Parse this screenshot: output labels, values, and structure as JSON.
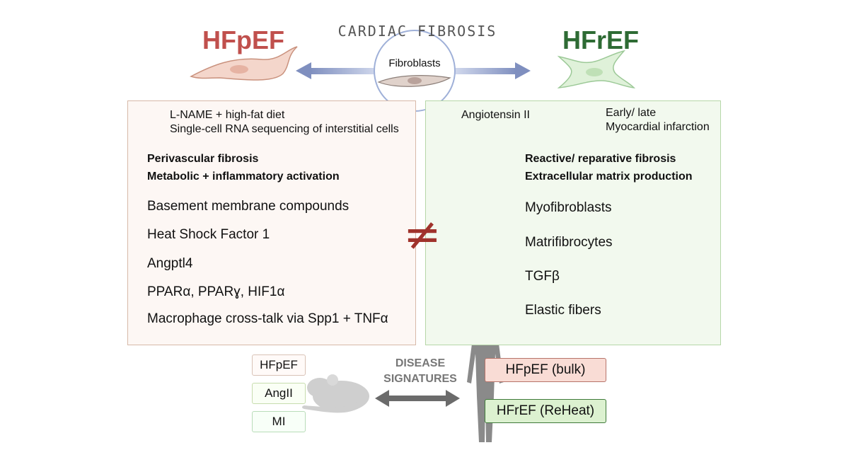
{
  "header": {
    "title": "CARDIAC FIBROSIS",
    "left_label": "HFpEF",
    "right_label": "HFrEF",
    "center_label": "Fibroblasts",
    "left_color": "#c0504d",
    "right_color": "#2e6b34"
  },
  "left_panel": {
    "model_line1": "L-NAME + high-fat diet",
    "model_line2": "Single-cell RNA sequencing of interstitial cells",
    "heading1": "Perivascular fibrosis",
    "heading2": "Metabolic + inflammatory activation",
    "items": [
      "Basement membrane compounds",
      "Heat Shock Factor 1",
      "Angptl4",
      "PPARα, PPARɣ, HIF1α",
      "Macrophage cross-talk via Spp1 + TNFα"
    ]
  },
  "right_panel": {
    "model1": "Angiotensin II",
    "model2_line1": "Early/ late",
    "model2_line2": "Myocardial infarction",
    "heading1": "Reactive/ reparative fibrosis",
    "heading2": "Extracellular matrix production",
    "items": [
      "Myofibroblasts",
      "Matrifibrocytes",
      "TGFβ",
      "Elastic fibers"
    ]
  },
  "center_symbol": "≠",
  "bottom": {
    "mouse_tags": [
      "HFpEF",
      "AngII",
      "MI"
    ],
    "signature_line1": "DISEASE",
    "signature_line2": "SIGNATURES",
    "human_tags": [
      "HFpEF (bulk)",
      "HFrEF (ReHeat)"
    ]
  },
  "icons": [
    "mouse-icon",
    "fibroblast-cell-icon",
    "up-arrow-icon",
    "human-silhouette-icon",
    "double-arrow-icon"
  ]
}
